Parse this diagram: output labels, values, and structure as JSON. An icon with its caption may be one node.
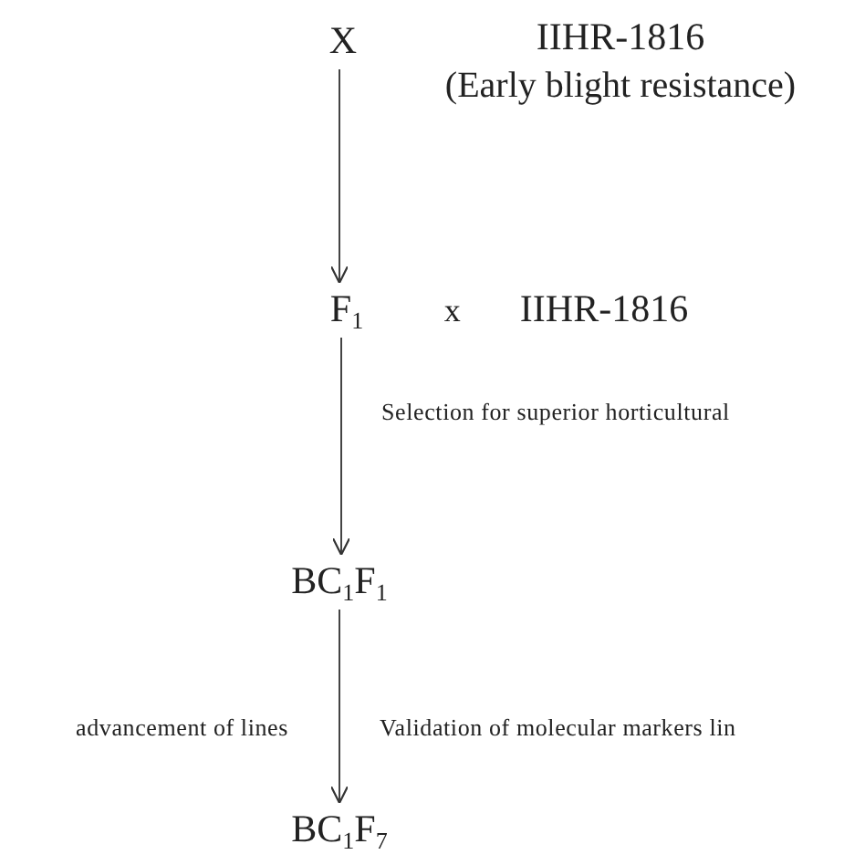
{
  "diagram": {
    "nodes": [
      {
        "text": [
          "X"
        ]
      },
      {
        "text": [
          "IIHR-1816",
          "(Early blight resistance)"
        ]
      },
      {
        "text": [
          "F$_{1}$"
        ]
      },
      {
        "text": [
          "IIHR-1816"
        ]
      },
      {
        "text": [
          "BC$_{1}$F$_{1}$"
        ]
      },
      {
        "text": [
          "BC$_{1}$F$_{7}$"
        ]
      }
    ],
    "edges": [
      {
        "from": 0,
        "to": 2,
        "arrow": "to"
      },
      {
        "from": 2,
        "to": 4,
        "arrow": "to",
        "label": "Selection for superior horticultural"
      },
      {
        "from": 4,
        "to": 5,
        "arrow": "to",
        "label": "Validation of molecular markers lin"
      }
    ],
    "labels": [
      "x",
      "advancement of lines"
    ]
  }
}
